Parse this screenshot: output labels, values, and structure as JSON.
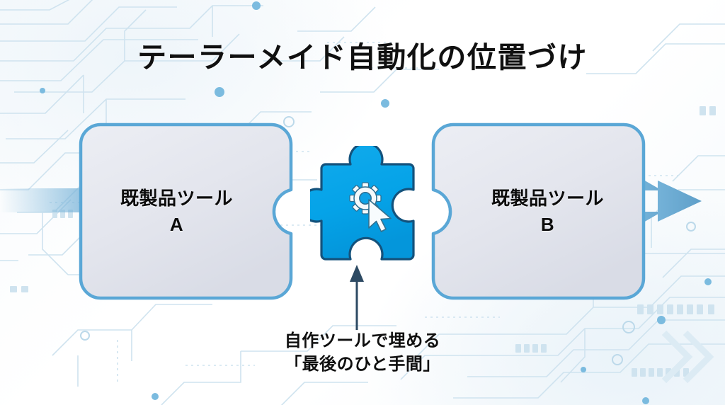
{
  "slide": {
    "title": "テーラーメイド自動化の位置づけ",
    "background": {
      "style": "circuit-board-pattern",
      "base_color": "#ffffff",
      "trace_color": "#cfe3ef"
    }
  },
  "diagram": {
    "type": "puzzle-flow",
    "flow_direction": "left-to-right",
    "flow_arrow_color": "#6fb0d6",
    "boxes": [
      {
        "id": "tool-a",
        "line1": "既製品ツール",
        "line2": "A",
        "fill": "#e4e6ee",
        "border": "#5aa7d6",
        "connector": "notch-right"
      },
      {
        "id": "tool-b",
        "line1": "既製品ツール",
        "line2": "B",
        "fill": "#e4e6ee",
        "border": "#5aa7d6",
        "connector": "notch-left"
      }
    ],
    "center_piece": {
      "id": "custom-tool-piece",
      "shape": "puzzle-piece",
      "fill": "#05a3e8",
      "stroke": "#10527a",
      "icon": "gear-cursor-icon",
      "tabs": [
        "top",
        "right"
      ],
      "notches": [
        "left",
        "bottom"
      ]
    },
    "callout": {
      "arrow_color": "#2d4a63",
      "line1": "自作ツールで埋める",
      "line2": "「最後のひと手間」"
    }
  }
}
